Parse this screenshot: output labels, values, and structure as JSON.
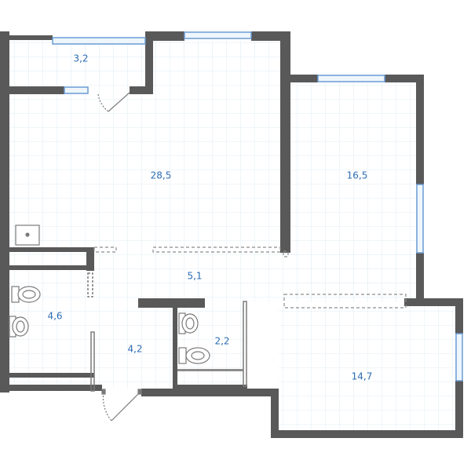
{
  "colors": {
    "wall": "#595959",
    "grid": "#d9e8f2",
    "window_frame": "#6a9bd3",
    "window_fill": "#eef6fc",
    "label": "#2e6db4",
    "fixture_stroke": "#7a7a7a"
  },
  "rooms": [
    {
      "id": "balcony",
      "area": "3,2"
    },
    {
      "id": "living-kitchen",
      "area": "28,5"
    },
    {
      "id": "bedroom-1",
      "area": "16,5"
    },
    {
      "id": "corridor",
      "area": "5,1"
    },
    {
      "id": "bathroom",
      "area": "4,6"
    },
    {
      "id": "hallway",
      "area": "4,2"
    },
    {
      "id": "toilet",
      "area": "2,2"
    },
    {
      "id": "bedroom-2",
      "area": "14,7"
    }
  ],
  "icons": [
    "toilet-icon",
    "sink-icon",
    "shower-tray-icon",
    "window-icon",
    "door-swing-icon"
  ]
}
